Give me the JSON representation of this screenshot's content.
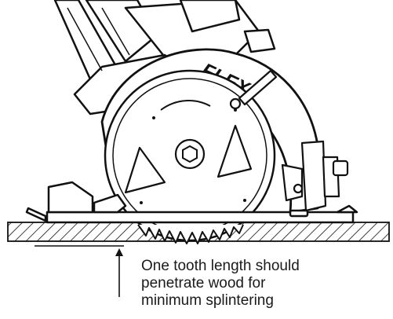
{
  "brand_logo": "FLEX",
  "caption": {
    "line1": "One tooth length should",
    "line2": "penetrate wood for",
    "line3": "minimum splintering"
  }
}
